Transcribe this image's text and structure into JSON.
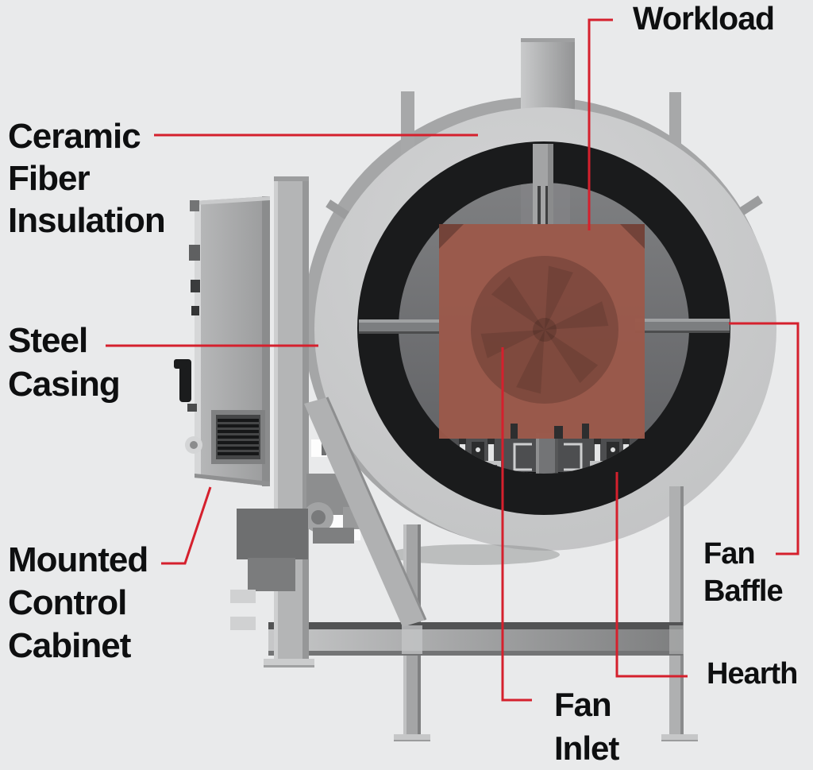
{
  "figure": {
    "kind": "labeled-technical-diagram",
    "subject": "Batch furnace cross-section"
  },
  "colors": {
    "background": "#e9eaeb",
    "label_text": "#0e0f10",
    "accent_red": "#d5202d",
    "workload_red": "#9b594a",
    "shell_gray": "#c9cacb",
    "insulation_black": "#1a1b1c",
    "chamber_gray": "#717375"
  },
  "labels": {
    "workload": {
      "text": "Workload"
    },
    "ceramic_fiber_insulation": {
      "lines": [
        "Ceramic",
        "Fiber",
        "Insulation"
      ]
    },
    "steel_casing": {
      "lines": [
        "Steel",
        "Casing"
      ]
    },
    "mounted_control_cabinet": {
      "lines": [
        "Mounted",
        "Control",
        "Cabinet"
      ]
    },
    "fan_baffle": {
      "lines": [
        "Fan",
        "Baffle"
      ]
    },
    "hearth": {
      "text": "Hearth"
    },
    "fan_inlet": {
      "lines": [
        "Fan",
        "Inlet"
      ]
    }
  }
}
